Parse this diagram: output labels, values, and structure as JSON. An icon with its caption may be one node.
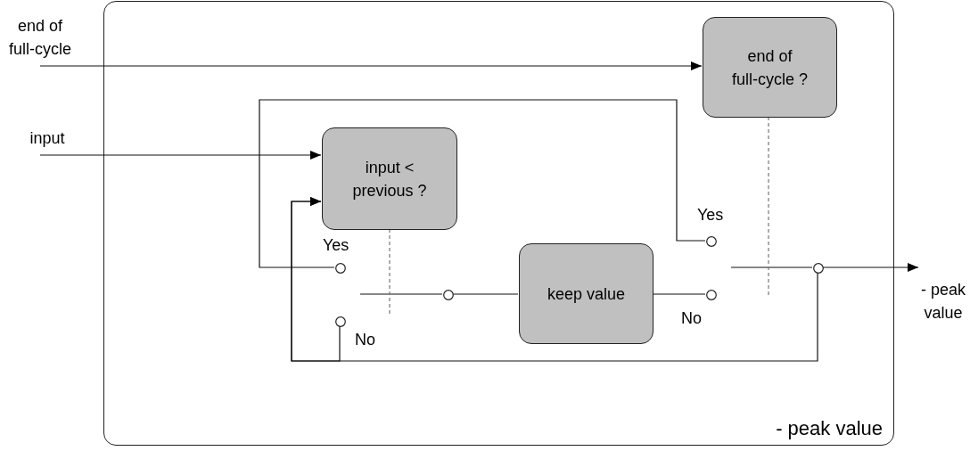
{
  "diagram": {
    "nodes": [
      {
        "text": [
          "- peak value"
        ]
      },
      {
        "text": [
          "end of full-cycle"
        ]
      },
      {
        "text": [
          "end of full-cycle ?"
        ],
        "in": 0
      },
      {
        "text": [
          "input"
        ]
      },
      {
        "text": [
          "input < previous ?"
        ],
        "in": 0
      },
      {
        "text": [],
        "shape": "circle",
        "in": 0,
        "beside": [
          "Yes"
        ]
      },
      {
        "text": [],
        "shape": "circle",
        "in": 0,
        "beside": [
          "Yes"
        ]
      },
      {
        "text": [],
        "shape": "circle",
        "in": 0
      },
      {
        "text": [
          "keep value"
        ],
        "in": 0
      },
      {
        "text": [],
        "shape": "circle",
        "in": 0,
        "beside": [
          "No"
        ]
      },
      {
        "text": [],
        "shape": "circle",
        "in": 0
      },
      {
        "text": [
          "- peak value"
        ]
      },
      {
        "text": [],
        "shape": "circle",
        "in": 0,
        "beside": [
          "No"
        ]
      }
    ],
    "edges": [
      {
        "from": 1,
        "to": 2,
        "arrow": "to"
      },
      {
        "from": 3,
        "to": 4,
        "arrow": "to"
      },
      {
        "from": 6,
        "to": 5,
        "arrow": "none"
      },
      {
        "from": 10,
        "to": 4,
        "arrow": "to"
      },
      {
        "from": 12,
        "to": 4,
        "arrow": "to"
      },
      {
        "from": null,
        "to": 7,
        "arrow": "none"
      },
      {
        "from": 7,
        "to": 8,
        "arrow": "none"
      },
      {
        "from": 8,
        "to": 9,
        "arrow": "none"
      },
      {
        "from": null,
        "to": 10,
        "arrow": "none"
      },
      {
        "from": 10,
        "to": 11,
        "arrow": "to"
      },
      {
        "from": 4,
        "to": null,
        "arrow": "none",
        "style": "dashed",
        "color": "#777777"
      },
      {
        "from": 2,
        "to": null,
        "arrow": "none",
        "style": "dashed",
        "color": "#777777"
      }
    ]
  }
}
